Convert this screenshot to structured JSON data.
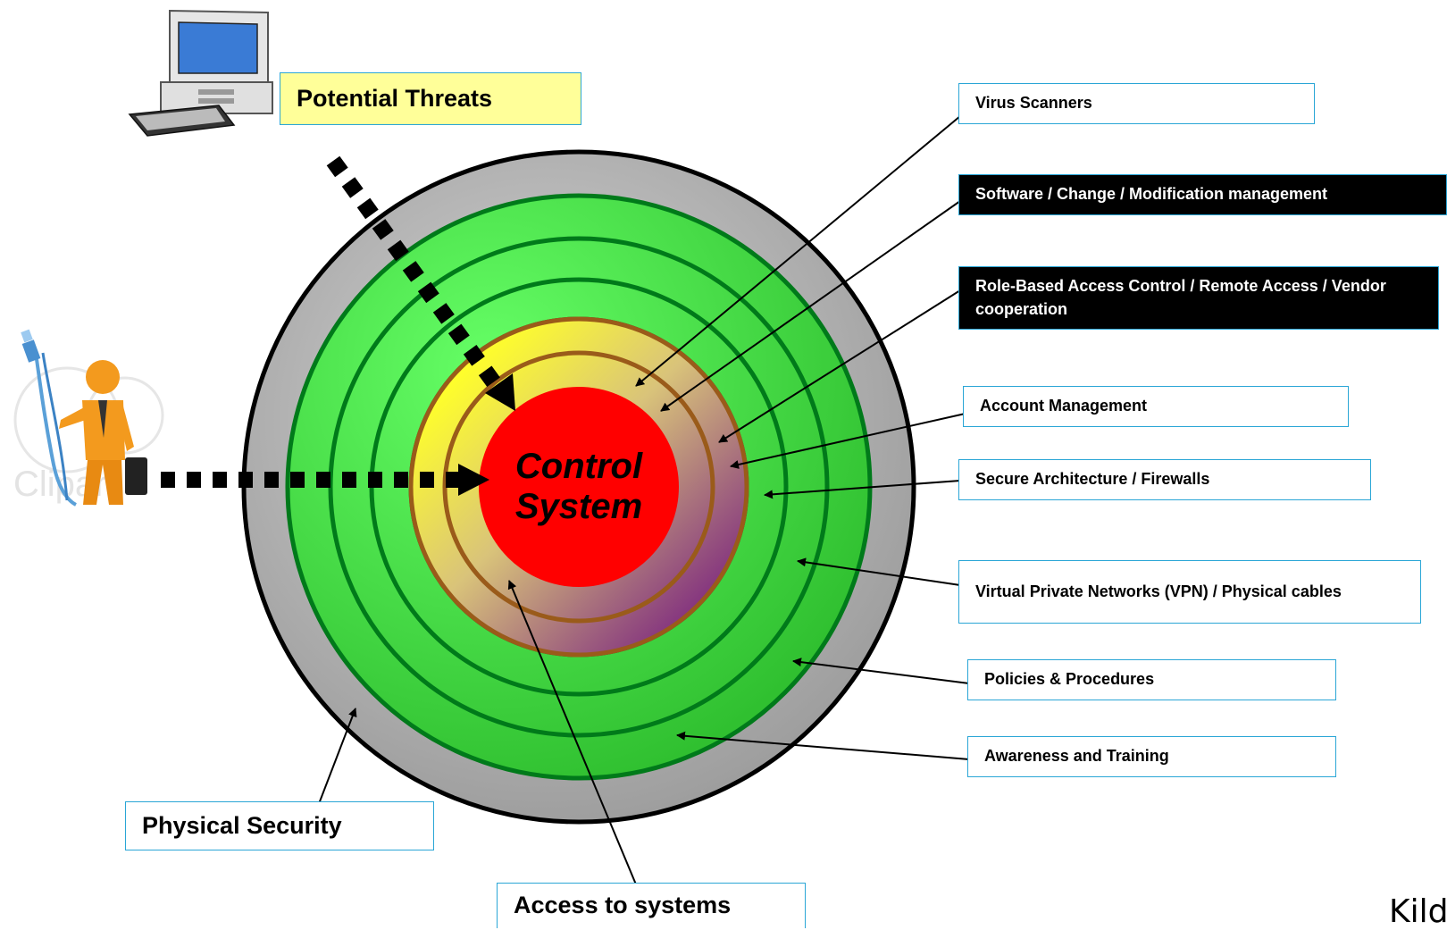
{
  "center": {
    "line1": "Control",
    "line2": "System"
  },
  "threats_label": "Potential Threats",
  "labels": {
    "virus": "Virus Scanners",
    "software": "Software / Change / Modification management",
    "rbac": "Role-Based Access Control / Remote Access / Vendor cooperation",
    "account": "Account Management",
    "secure": "Secure Architecture / Firewalls",
    "vpn": "Virtual Private Networks (VPN) / Physical cables",
    "policies": "Policies & Procedures",
    "awareness": "Awareness and Training",
    "physical": "Physical Security",
    "access": "Access to systems"
  },
  "corner_text": "Kild",
  "watermark": "Clipart",
  "colors": {
    "outer_ring": "#b0b0b0",
    "green": "#4cd94c",
    "green_stroke": "#007a1a",
    "inner_gradient_start": "#ffff33",
    "inner_gradient_end": "#8a3f7f",
    "core": "#ff0000",
    "ring_stroke": "#9a5b1a",
    "label_border": "#2aa6d6",
    "threat_label_bg": "#ffff99"
  },
  "icons": [
    "computer-icon",
    "person-with-usb-cable-icon"
  ]
}
